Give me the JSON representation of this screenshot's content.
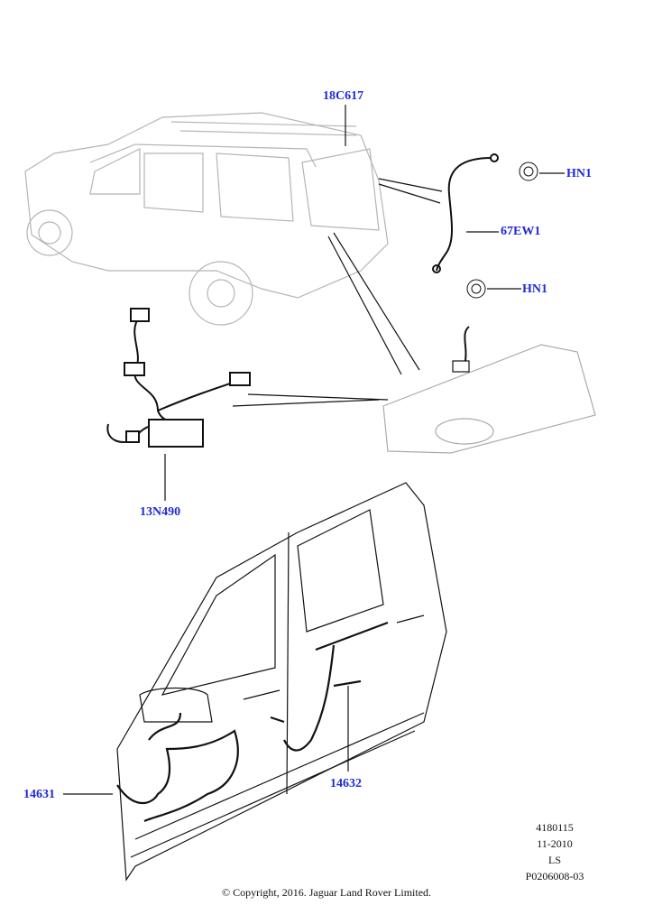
{
  "callouts": {
    "c1": "18C617",
    "c2": "HN1",
    "c3": "67EW1",
    "c4": "HN1",
    "c5": "13N490",
    "c6": "14631",
    "c7": "14632"
  },
  "reference": {
    "line1": "4180115",
    "line2": "11-2010",
    "line3": "LS",
    "line4": "P0206008-03"
  },
  "copyright": "© Copyright, 2016. Jaguar Land Rover Limited.",
  "colors": {
    "callout": "#1f2bd6",
    "linework": "#111111",
    "ghost": "#b8b8b8"
  }
}
